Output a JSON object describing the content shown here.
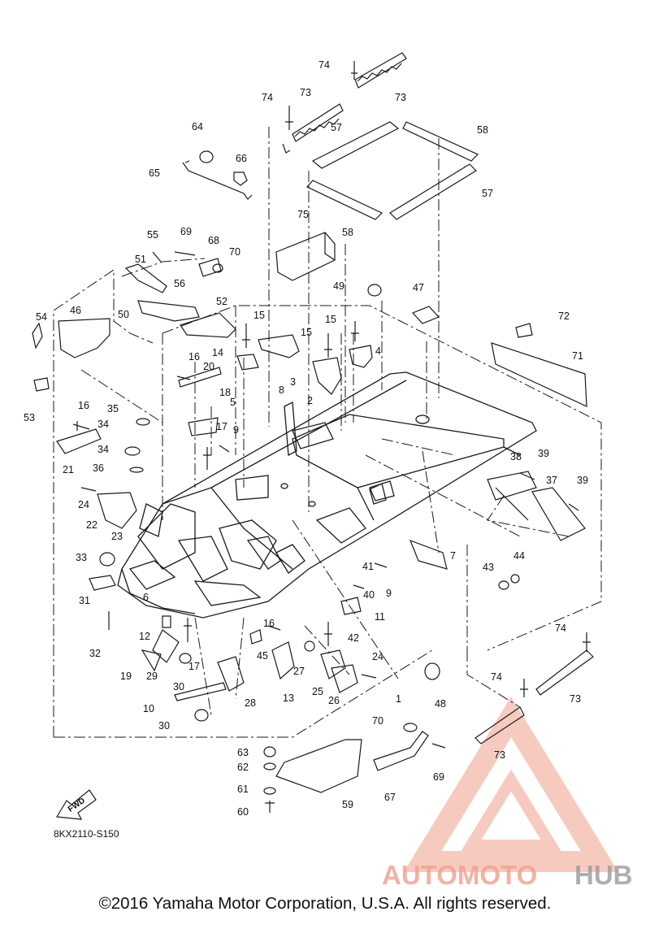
{
  "diagram": {
    "parts": [
      {
        "num": "1"
      },
      {
        "num": "2"
      },
      {
        "num": "3"
      },
      {
        "num": "4"
      },
      {
        "num": "5"
      },
      {
        "num": "6"
      },
      {
        "num": "7"
      },
      {
        "num": "8"
      },
      {
        "num": "9"
      },
      {
        "num": "9"
      },
      {
        "num": "10"
      },
      {
        "num": "11"
      },
      {
        "num": "12"
      },
      {
        "num": "13"
      },
      {
        "num": "14"
      },
      {
        "num": "15"
      },
      {
        "num": "15"
      },
      {
        "num": "15"
      },
      {
        "num": "16"
      },
      {
        "num": "16"
      },
      {
        "num": "16"
      },
      {
        "num": "17"
      },
      {
        "num": "17"
      },
      {
        "num": "18"
      },
      {
        "num": "19"
      },
      {
        "num": "20"
      },
      {
        "num": "21"
      },
      {
        "num": "22"
      },
      {
        "num": "23"
      },
      {
        "num": "24"
      },
      {
        "num": "24"
      },
      {
        "num": "25"
      },
      {
        "num": "26"
      },
      {
        "num": "27"
      },
      {
        "num": "28"
      },
      {
        "num": "29"
      },
      {
        "num": "30"
      },
      {
        "num": "30"
      },
      {
        "num": "31"
      },
      {
        "num": "32"
      },
      {
        "num": "33"
      },
      {
        "num": "34"
      },
      {
        "num": "34"
      },
      {
        "num": "35"
      },
      {
        "num": "36"
      },
      {
        "num": "37"
      },
      {
        "num": "38"
      },
      {
        "num": "39"
      },
      {
        "num": "39"
      },
      {
        "num": "40"
      },
      {
        "num": "41"
      },
      {
        "num": "42"
      },
      {
        "num": "43"
      },
      {
        "num": "44"
      },
      {
        "num": "45"
      },
      {
        "num": "46"
      },
      {
        "num": "47"
      },
      {
        "num": "48"
      },
      {
        "num": "49"
      },
      {
        "num": "50"
      },
      {
        "num": "51"
      },
      {
        "num": "52"
      },
      {
        "num": "53"
      },
      {
        "num": "54"
      },
      {
        "num": "55"
      },
      {
        "num": "56"
      },
      {
        "num": "57"
      },
      {
        "num": "57"
      },
      {
        "num": "58"
      },
      {
        "num": "58"
      },
      {
        "num": "59"
      },
      {
        "num": "60"
      },
      {
        "num": "61"
      },
      {
        "num": "62"
      },
      {
        "num": "63"
      },
      {
        "num": "64"
      },
      {
        "num": "65"
      },
      {
        "num": "66"
      },
      {
        "num": "67"
      },
      {
        "num": "68"
      },
      {
        "num": "69"
      },
      {
        "num": "69"
      },
      {
        "num": "70"
      },
      {
        "num": "70"
      },
      {
        "num": "71"
      },
      {
        "num": "72"
      },
      {
        "num": "73"
      },
      {
        "num": "73"
      },
      {
        "num": "73"
      },
      {
        "num": "73"
      },
      {
        "num": "74"
      },
      {
        "num": "74"
      },
      {
        "num": "74"
      },
      {
        "num": "74"
      },
      {
        "num": "75"
      }
    ],
    "fwd_label": "FWD",
    "diagram_code": "8KX2110-S150"
  },
  "watermark": {
    "part1": "AUTOMOTO",
    "part2": "HUB",
    "color_primary": "#f0a08c",
    "color_secondary": "#9a9a9a"
  },
  "copyright": "©2016 Yamaha Motor Corporation, U.S.A. All rights reserved.",
  "colors": {
    "line": "#1a1a1a",
    "background": "#ffffff"
  }
}
